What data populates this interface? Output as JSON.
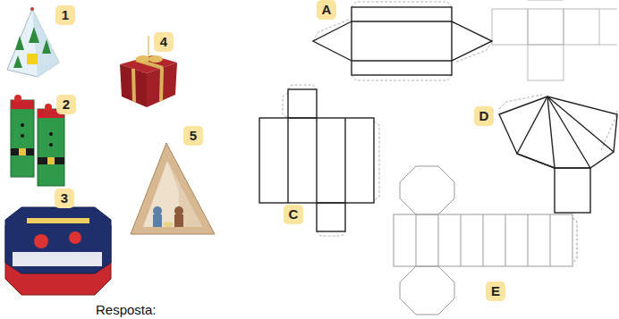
{
  "diagram": {
    "labels": [
      "1",
      "4",
      "2",
      "5",
      "3",
      "A",
      "C",
      "D",
      "E",
      "Resposta:"
    ]
  }
}
